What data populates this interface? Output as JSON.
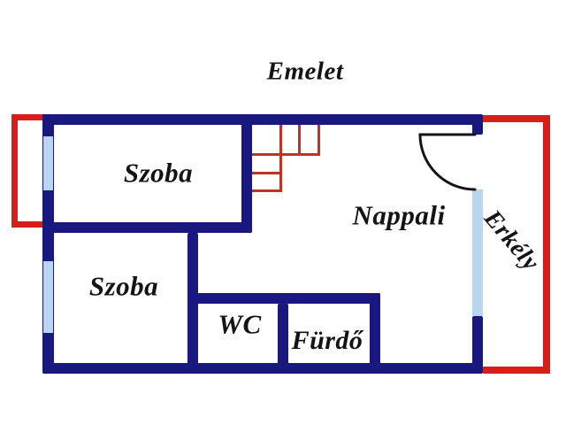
{
  "title": "Emelet",
  "rooms": {
    "szoba_top": {
      "label": "Szoba"
    },
    "szoba_bottom": {
      "label": "Szoba"
    },
    "nappali": {
      "label": "Nappali"
    },
    "wc": {
      "label": "WC"
    },
    "furdo": {
      "label": "Fürdő"
    },
    "erkely": {
      "label": "Erkély"
    }
  },
  "symbols": {
    "stairs": "staircase",
    "door": "balcony-door-swing",
    "windows": 3,
    "balconies": 2
  },
  "colors": {
    "wall": "#181880",
    "window": "#b8d6ef",
    "balcony": "#d61f1a",
    "stairs": "#c23325",
    "door": "#151515",
    "text": "#141414",
    "background": "#ffffff"
  }
}
